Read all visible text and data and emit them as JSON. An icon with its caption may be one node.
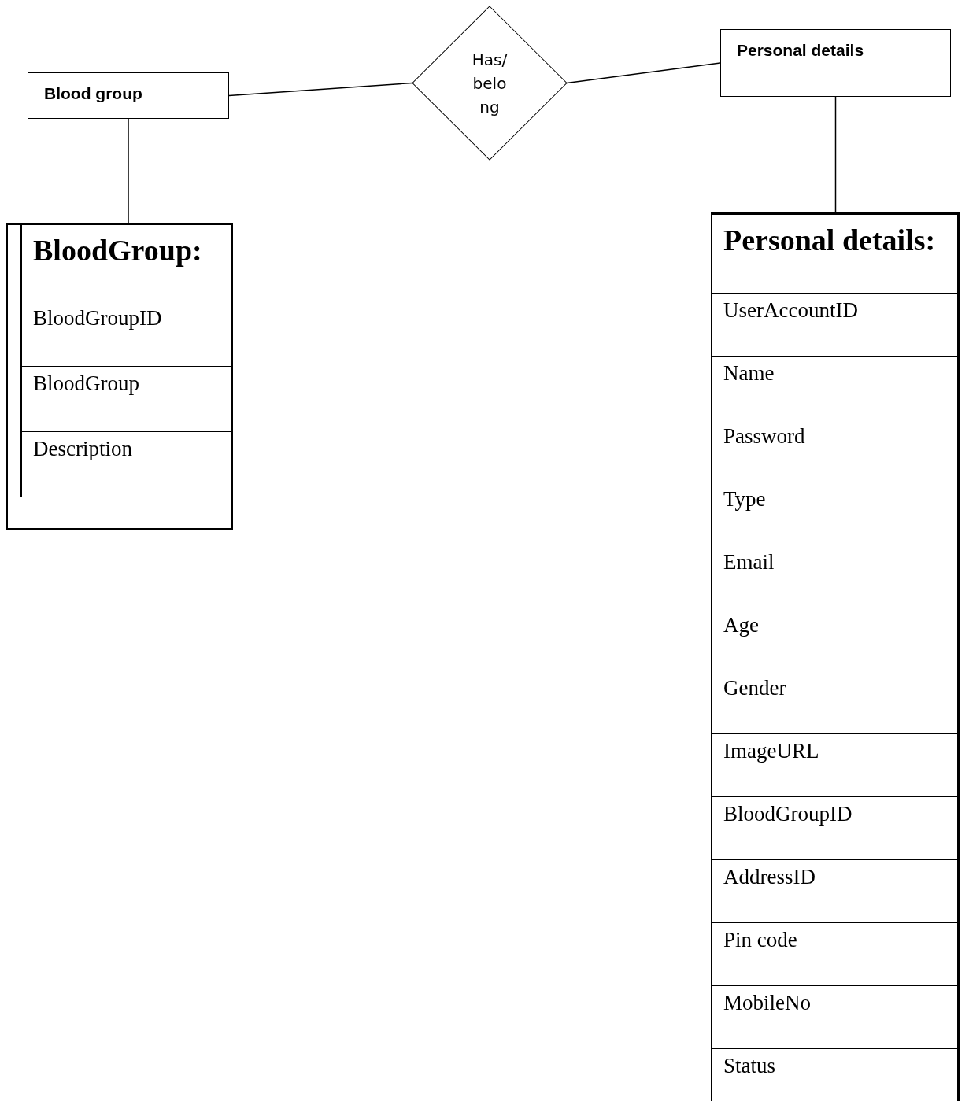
{
  "diagram": {
    "nodes": [
      {
        "text": [
          "Blood group"
        ]
      },
      {
        "text": [
          "Has/belong"
        ]
      },
      {
        "text": [
          "Personal details"
        ]
      },
      {
        "text": [
          "BloodGroup:",
          "BloodGroupID",
          "BloodGroup",
          "Description"
        ]
      },
      {
        "text": [
          "Personal details:",
          "UserAccountID",
          "Name",
          "Password",
          "Type",
          "Email",
          "Age",
          "Gender",
          "ImageURL",
          "BloodGroupID",
          "AddressID",
          "Pin code",
          "MobileNo",
          "Status"
        ]
      }
    ],
    "edges": [
      {
        "from": 0,
        "to": 1,
        "arrow": "none"
      },
      {
        "from": 1,
        "to": 2,
        "arrow": "none"
      },
      {
        "from": 0,
        "to": 3,
        "arrow": "none"
      },
      {
        "from": 2,
        "to": 4,
        "arrow": "none"
      }
    ]
  }
}
